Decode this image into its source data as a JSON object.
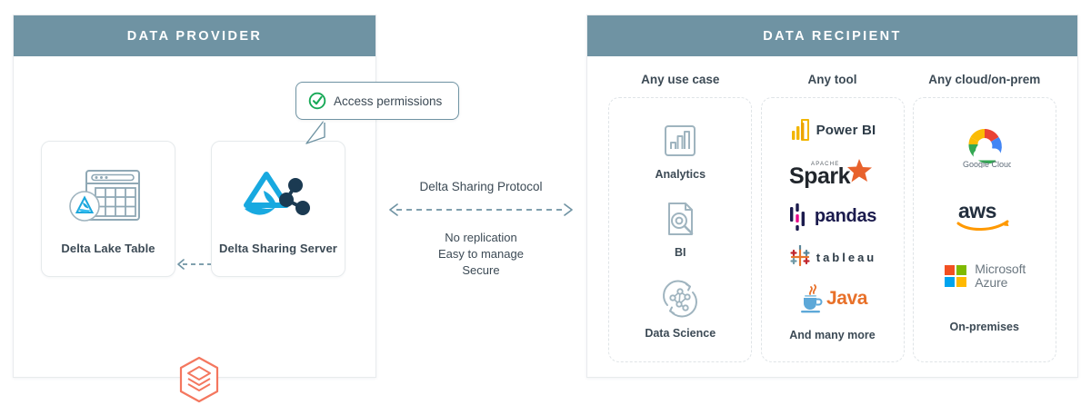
{
  "provider": {
    "header": "DATA PROVIDER",
    "cards": [
      {
        "label": "Delta Lake Table",
        "icon": "delta-lake-table-icon"
      },
      {
        "label": "Delta Sharing Server",
        "icon": "delta-sharing-server-icon"
      }
    ],
    "tooltip": {
      "text": "Access permissions",
      "icon": "green-check-circle-icon"
    },
    "footer_logo": "delta-lake-hexagon-logo"
  },
  "protocol": {
    "title": "Delta Sharing Protocol",
    "benefits": [
      "No replication",
      "Easy to manage",
      "Secure"
    ],
    "arrow": "bidirectional-dashed-arrow"
  },
  "recipient": {
    "header": "DATA RECIPIENT",
    "columns": [
      {
        "title": "Any use case",
        "items": [
          {
            "label": "Analytics",
            "icon": "bar-chart-icon"
          },
          {
            "label": "BI",
            "icon": "document-magnifier-icon"
          },
          {
            "label": "Data Science",
            "icon": "network-graph-icon"
          }
        ]
      },
      {
        "title": "Any tool",
        "items": [
          {
            "label": "Power BI",
            "icon": "power-bi-logo"
          },
          {
            "label": "Spark",
            "sublabel": "APACHE",
            "icon": "apache-spark-logo"
          },
          {
            "label": "pandas",
            "icon": "pandas-logo"
          },
          {
            "label": "tableau",
            "icon": "tableau-logo"
          },
          {
            "label": "Java",
            "icon": "java-logo"
          },
          {
            "label": "And many more",
            "icon": ""
          }
        ]
      },
      {
        "title": "Any cloud/on-prem",
        "items": [
          {
            "label": "Google Cloud",
            "icon": "google-cloud-logo"
          },
          {
            "label": "aws",
            "icon": "aws-logo"
          },
          {
            "label": "Microsoft Azure",
            "icon": "microsoft-azure-logo"
          },
          {
            "label": "On-premises",
            "icon": ""
          }
        ]
      }
    ]
  },
  "colors": {
    "header_bar": "#6f93a3",
    "text_dark": "#3c4a55",
    "delta_blue": "#00adef",
    "delta_hex_coral": "#f4775f",
    "check_green": "#18a957",
    "icon_outline": "#9fb4bf"
  }
}
